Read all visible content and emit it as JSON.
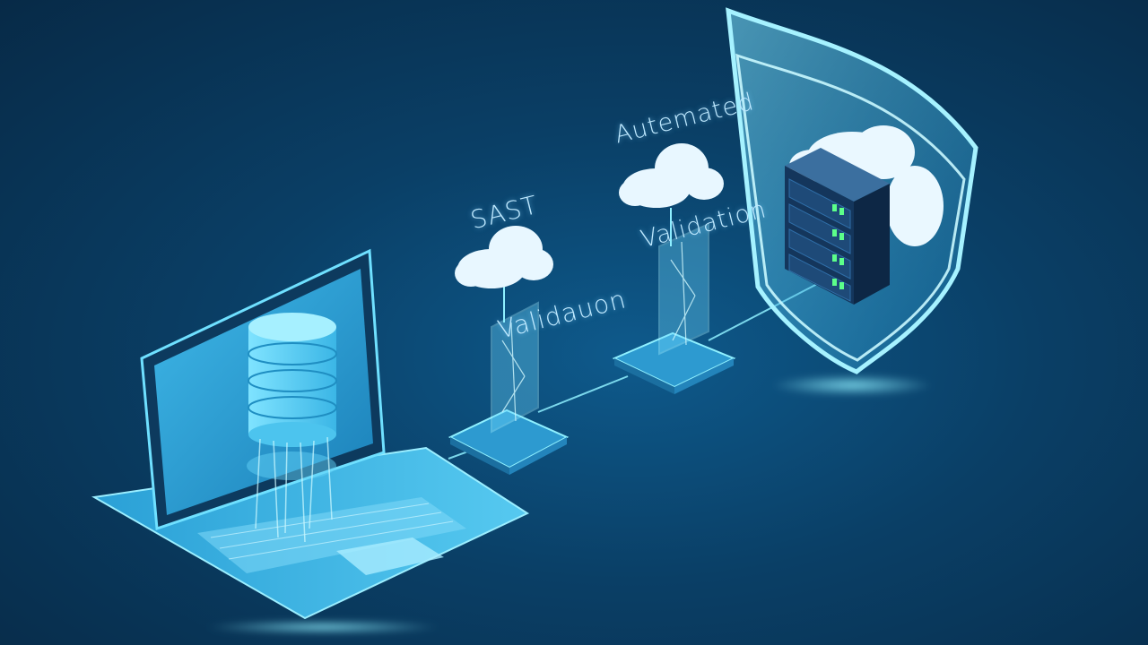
{
  "labels": {
    "sast": {
      "line1": "SAST",
      "line2": "Validauon"
    },
    "automated": {
      "line1": "Autemated",
      "line2": "Validation"
    }
  },
  "colors": {
    "background_dark": "#072a47",
    "background_mid": "#0e5a8c",
    "glow_cyan": "#5fd8ff",
    "laptop_screen": "#2fa8d8",
    "server_body": "#14365c",
    "server_led": "#5cff8a",
    "cloud": "#e8f7ff"
  },
  "icons": [
    "laptop-icon",
    "database-icon",
    "cloud-icon",
    "server-rack-icon",
    "shield-icon",
    "glass-panel-icon"
  ]
}
